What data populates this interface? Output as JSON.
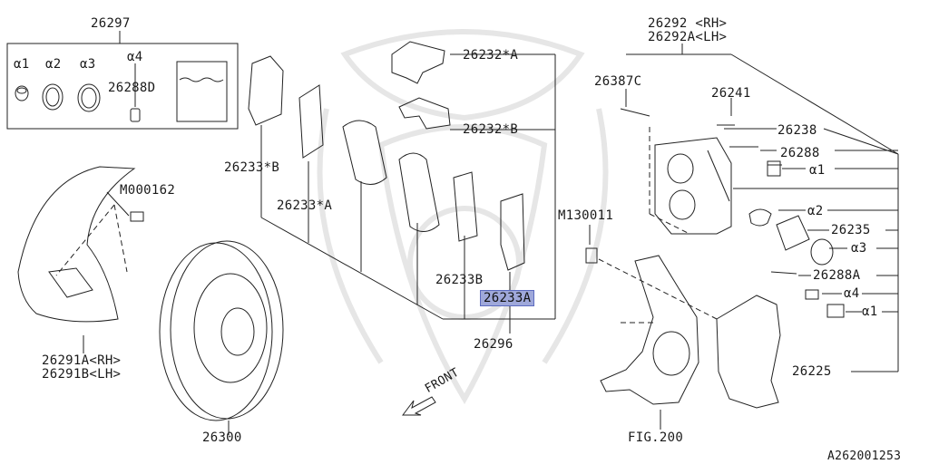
{
  "labels": {
    "p26297": "26297",
    "a1": "α1",
    "a2": "α2",
    "a3": "α3",
    "a4": "α4",
    "p26288D": "26288D",
    "p26232A": "26232*A",
    "p26232B": "26232*B",
    "p26233B_star": "26233*B",
    "p26233A_star": "26233*A",
    "p26233B": "26233B",
    "p26233A": "26233A",
    "p26296": "26296",
    "pM000162": "M000162",
    "p26291A": "26291A<RH>",
    "p26291B": "26291B<LH>",
    "p26300": "26300",
    "front": "FRONT",
    "pM130011": "M130011",
    "p26292": "26292 <RH>",
    "p26292A": "26292A<LH>",
    "p26387C": "26387C",
    "p26241": "26241",
    "p26238": "26238",
    "p26288": "26288",
    "r_a1": "α1",
    "r_a2": "α2",
    "p26235": "26235",
    "r_a3": "α3",
    "p26288A": "26288A",
    "r_a4": "α4",
    "r_a1b": "α1",
    "p26225": "26225",
    "fig200": "FIG.200",
    "code": "A262001253"
  },
  "highlight_color": "#9fa8da"
}
